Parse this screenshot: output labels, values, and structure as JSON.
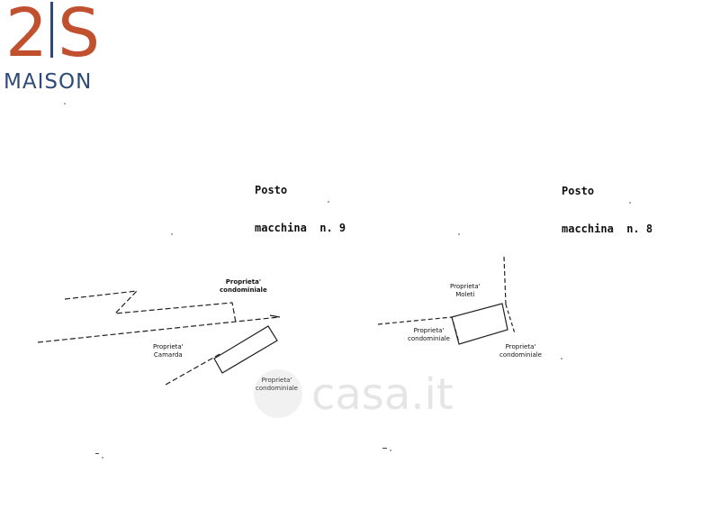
{
  "brand": {
    "logo_mark_left": "2",
    "logo_mark_right": "S",
    "logo_word": "MAISON",
    "colors": {
      "mark": "#c0502e",
      "accent": "#2e4a7a"
    }
  },
  "spots": [
    {
      "line1": "Posto",
      "line2": "macchina  n. 9"
    },
    {
      "line1": "Posto",
      "line2": "macchina  n. 8"
    }
  ],
  "labels": {
    "prop_cond_a": "Proprieta'\ncondominiale",
    "prop_camarda": "Proprieta'\nCamarda",
    "prop_cond_b": "Proprieta'\ncondominiale",
    "prop_moleti": "Proprieta'\nMoleti",
    "prop_cond_c": "Proprieta'\ncondominiale",
    "prop_cond_d": "Proprieta'\ncondominiale"
  },
  "watermark": {
    "text": "casa.it"
  }
}
